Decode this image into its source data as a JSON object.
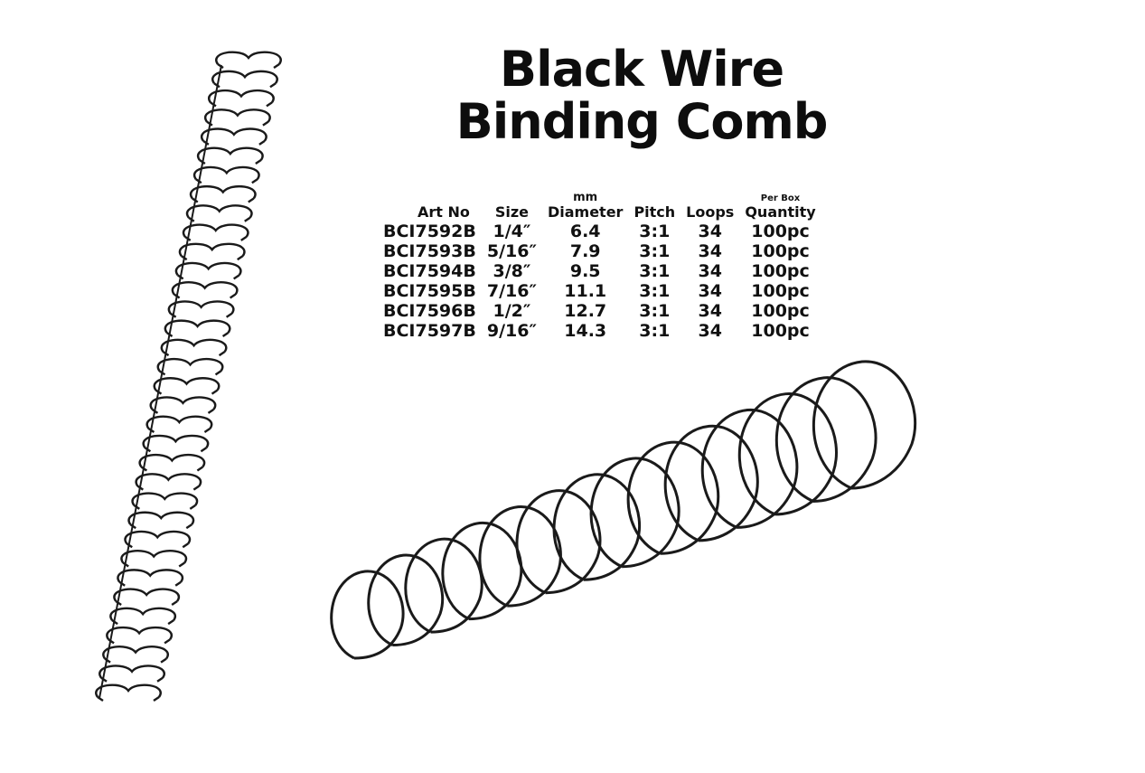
{
  "title": {
    "line1": "Black Wire",
    "line2": "Binding Comb"
  },
  "table": {
    "headers": {
      "art_no": "Art No",
      "size": "Size",
      "diameter_top": "mm",
      "diameter": "Diameter",
      "pitch": "Pitch",
      "loops": "Loops",
      "quantity_top": "Per Box",
      "quantity": "Quantity"
    },
    "rows": [
      {
        "art_no": "BCI7592B",
        "size": "1/4″",
        "diameter": "6.4",
        "pitch": "3:1",
        "loops": "34",
        "quantity": "100pc"
      },
      {
        "art_no": "BCI7593B",
        "size": "5/16″",
        "diameter": "7.9",
        "pitch": "3:1",
        "loops": "34",
        "quantity": "100pc"
      },
      {
        "art_no": "BCI7594B",
        "size": "3/8″",
        "diameter": "9.5",
        "pitch": "3:1",
        "loops": "34",
        "quantity": "100pc"
      },
      {
        "art_no": "BCI7595B",
        "size": "7/16″",
        "diameter": "11.1",
        "pitch": "3:1",
        "loops": "34",
        "quantity": "100pc"
      },
      {
        "art_no": "BCI7596B",
        "size": "1/2″",
        "diameter": "12.7",
        "pitch": "3:1",
        "loops": "34",
        "quantity": "100pc"
      },
      {
        "art_no": "BCI7597B",
        "size": "9/16″",
        "diameter": "14.3",
        "pitch": "3:1",
        "loops": "34",
        "quantity": "100pc"
      }
    ]
  },
  "images": {
    "vertical_comb": "wire-comb-vertical-image",
    "closed_coil": "wire-coil-closed-image"
  },
  "colors": {
    "background": "#ffffff",
    "wire": "#1a1a1a",
    "text": "#111111"
  }
}
